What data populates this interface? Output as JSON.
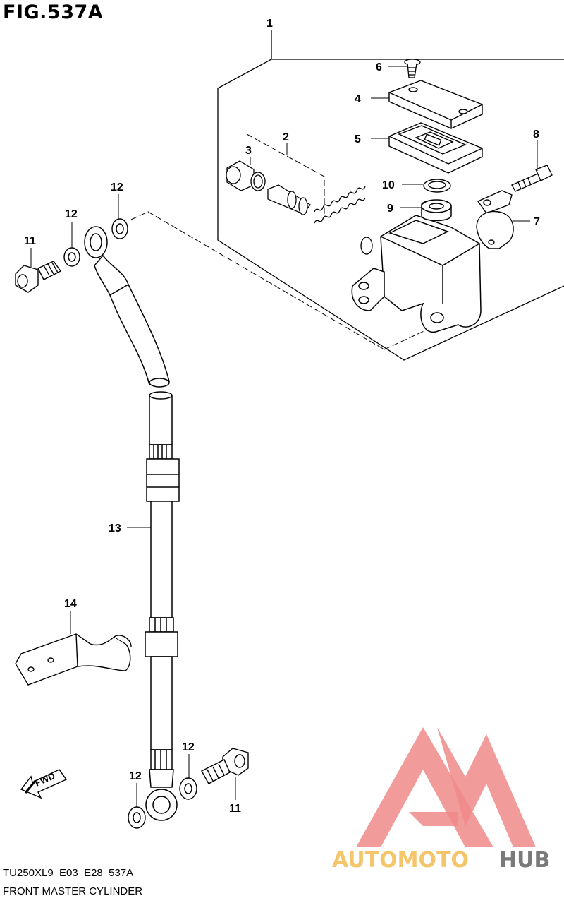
{
  "figure": {
    "title": "FIG.537A",
    "model_code": "TU250XL9_E03_E28_537A",
    "caption": "FRONT MASTER CYLINDER"
  },
  "callouts": {
    "c1": "1",
    "c2": "2",
    "c3": "3",
    "c4": "4",
    "c5": "5",
    "c6": "6",
    "c7": "7",
    "c8": "8",
    "c9": "9",
    "c10": "10",
    "c11a": "11",
    "c11b": "11",
    "c12a": "12",
    "c12b": "12",
    "c12c": "12",
    "c12d": "12",
    "c13": "13",
    "c14": "14"
  },
  "direction_arrow": "FWD",
  "watermark": {
    "part1": "AUTOMOTO",
    "part2": "HUB",
    "color_primary": "#f08a8a",
    "color_secondary": "#7a7a7a",
    "color_accent": "#f5c56a"
  }
}
